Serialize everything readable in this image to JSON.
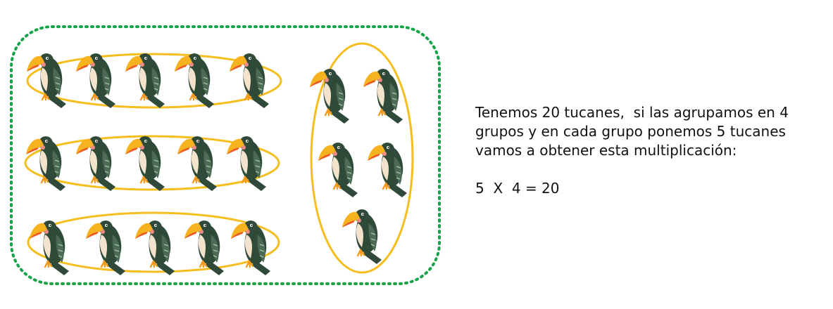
{
  "explanation": {
    "line1": "Tenemos 20 tucanes,  si las agrupamos en 4",
    "line2": "grupos y en cada grupo ponemos 5 tucanes",
    "line3": "vamos a obtener esta multiplicación:",
    "equation": "5  X  4 = 20"
  },
  "diagram": {
    "total_toucans": 20,
    "group_count": 4,
    "toucans_per_group": 5,
    "colors": {
      "outer_dotted_border": "#16a34a",
      "group_ellipse": "#f5be1e",
      "beak": "#f6b21f",
      "beak_tip": "#ea5a24",
      "body": "#2f4a39",
      "belly": "#f4e3cc",
      "cheek": "#f28b82",
      "feet": "#f39a1b"
    },
    "icon": "toucan-icon"
  }
}
